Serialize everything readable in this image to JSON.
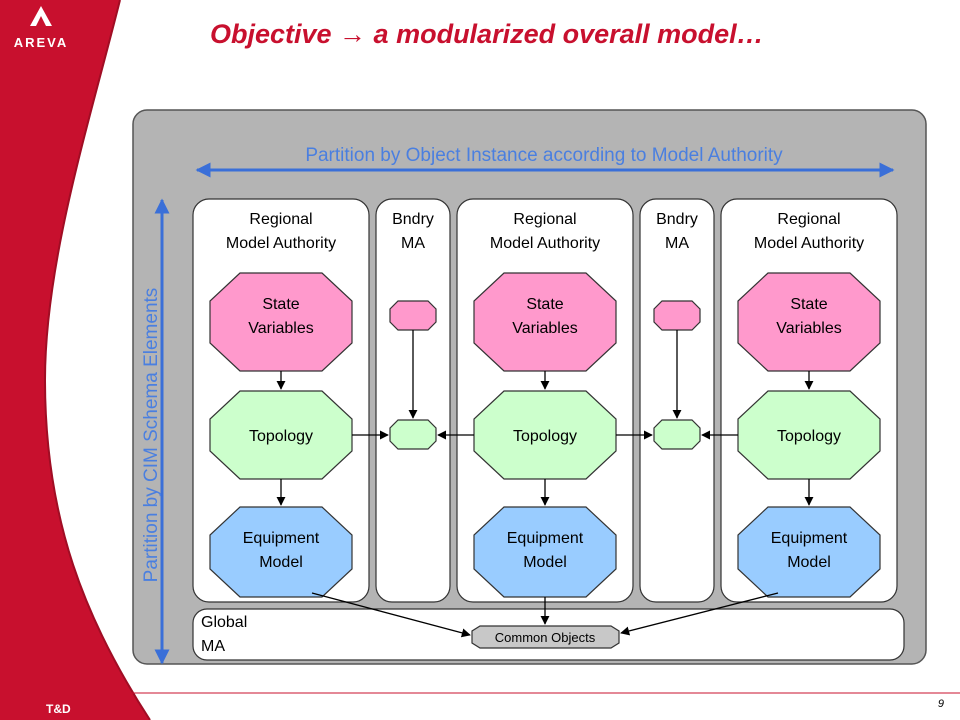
{
  "slide": {
    "title": "Objective → a modularized overall model…",
    "logo_text": "AREVA",
    "footer_label": "T&D",
    "page_number": "9"
  },
  "diagram": {
    "top_arrow_label": "Partition by Object Instance according to Model Authority",
    "side_arrow_label": "Partition by CIM Schema Elements",
    "column_regional_line1": "Regional",
    "column_regional_line2": "Model Authority",
    "column_boundary_line1": "Bndry",
    "column_boundary_line2": "MA",
    "state_line1": "State",
    "state_line2": "Variables",
    "topology": "Topology",
    "equipment_line1": "Equipment",
    "equipment_line2": "Model",
    "global_line1": "Global",
    "global_line2": "MA",
    "common_objects": "Common Objects"
  },
  "colors": {
    "brand_red": "#c8102e",
    "panel_gray": "#b4b4b4",
    "arrow_blue": "#3a6fd8",
    "label_blue": "#4a7fe0",
    "state_pink": "#ff99cc",
    "topology_green": "#ccffcc",
    "equipment_blue": "#99ccff",
    "common_gray": "#c8c8c8"
  }
}
